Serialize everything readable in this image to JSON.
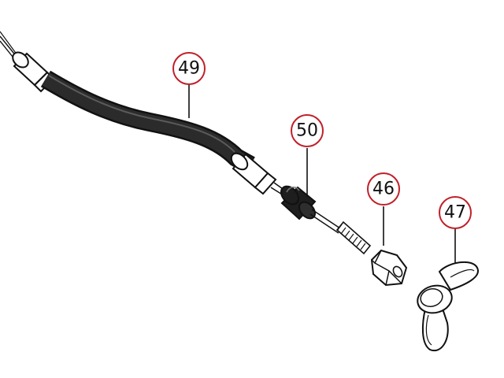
{
  "callouts": [
    {
      "id": "c49",
      "label": "49",
      "part": "cable-sheath"
    },
    {
      "id": "c50",
      "label": "50",
      "part": "cable-grommet"
    },
    {
      "id": "c46",
      "label": "46",
      "part": "hex-nut"
    },
    {
      "id": "c47",
      "label": "47",
      "part": "wing-nut"
    }
  ],
  "colors": {
    "callout_ring": "#c0202a",
    "outline": "#111111",
    "sheath_fill": "#1a1a1a",
    "part_fill": "#ffffff"
  }
}
